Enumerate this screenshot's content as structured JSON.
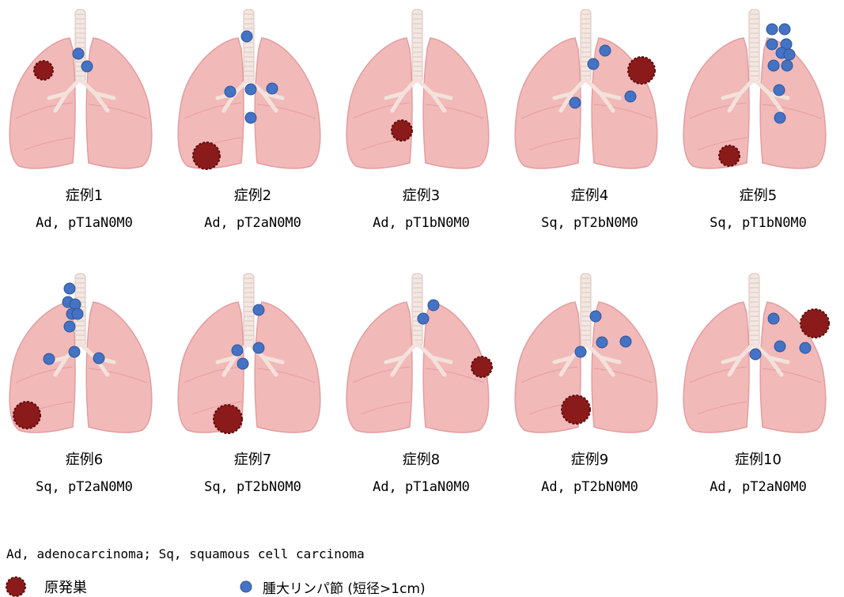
{
  "colors": {
    "lung": "#f2b9b9",
    "lung_shadow": "#e39d9f",
    "trachea": "#f4e7e2",
    "lymph_node": "#4472c4",
    "tumor": "#8b1a1a"
  },
  "cases": [
    {
      "title": "症例1",
      "stage": "Ad, pT1aN0M0"
    },
    {
      "title": "症例2",
      "stage": "Ad, pT2aN0M0"
    },
    {
      "title": "症例3",
      "stage": "Ad, pT1bN0M0"
    },
    {
      "title": "症例4",
      "stage": "Sq, pT2bN0M0"
    },
    {
      "title": "症例5",
      "stage": "Sq, pT1bN0M0"
    },
    {
      "title": "症例6",
      "stage": "Sq, pT2aN0M0"
    },
    {
      "title": "症例7",
      "stage": "Sq, pT2bN0M0"
    },
    {
      "title": "症例8",
      "stage": "Ad, pT1aN0M0"
    },
    {
      "title": "症例9",
      "stage": "Ad, pT2bN0M0"
    },
    {
      "title": "症例10",
      "stage": "Ad, pT2aN0M0"
    }
  ],
  "footnote": "Ad, adenocarcinoma; Sq, squamous cell carcinoma",
  "legend": {
    "primary_tumor": "原発巣",
    "lymph_node": "腫大リンパ節 (短径>1cm)"
  }
}
